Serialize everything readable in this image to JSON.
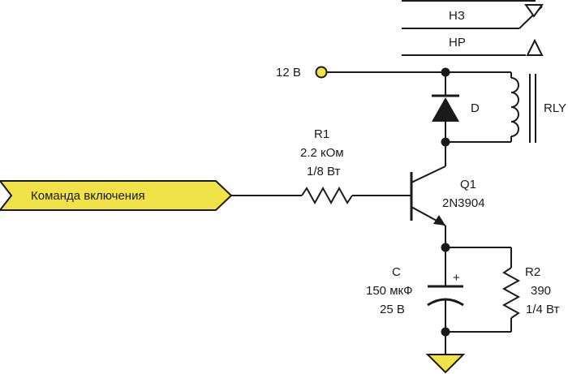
{
  "colors": {
    "wire": "#1a1a1a",
    "accent_yellow": "#f2e24a",
    "node": "#1a1a1a",
    "background": "#ffffff"
  },
  "labels": {
    "supply": "12 В",
    "input_signal": "Команда включения",
    "contact_nc": "НЗ",
    "contact_no": "НР",
    "relay": "RLY",
    "diode": "D",
    "transistor_ref": "Q1",
    "transistor_part": "2N3904",
    "r1_ref": "R1",
    "r1_value": "2.2 кОм",
    "r1_power": "1/8 Вт",
    "c_ref": "C",
    "c_value": "150 мкФ",
    "c_voltage": "25 В",
    "c_polarity": "+",
    "r2_ref": "R2",
    "r2_value": "390",
    "r2_power": "1/4 Вт"
  },
  "icons": [
    "supply-terminal-icon",
    "diode-icon",
    "relay-coil-icon",
    "transistor-npn-icon",
    "resistor-icon",
    "capacitor-icon",
    "ground-icon",
    "input-flag-icon"
  ]
}
